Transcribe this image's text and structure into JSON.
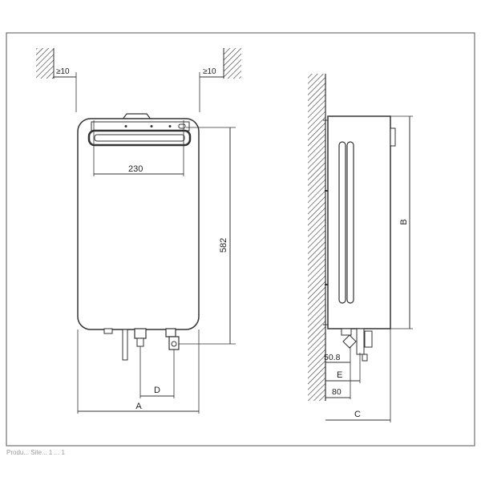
{
  "dimensions": {
    "clearance_left": "≥10",
    "clearance_right": "≥10",
    "bracket_width": "230",
    "height_582": "582",
    "label_a": "A",
    "label_d": "D",
    "label_b": "B",
    "label_c": "C",
    "label_e": "E",
    "dim_50_8": "50.8",
    "dim_80": "80"
  },
  "footer_note": "Produ... Site... 1 ... 1"
}
